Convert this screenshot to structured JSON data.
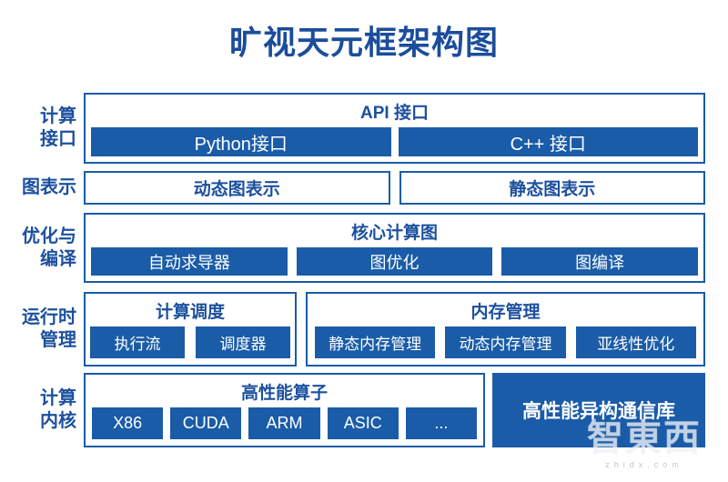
{
  "page_title": "旷视天元框架构图",
  "colors": {
    "primary_blue": "#1a5ca8",
    "title_blue": "#1b4d9c",
    "label_blue": "#1c509e",
    "button_text": "#ffffff"
  },
  "sections": {
    "compute_interface": {
      "label_line1": "计算",
      "label_line2": "接口",
      "box_title": "API 接口",
      "buttons": {
        "python": "Python接口",
        "cpp": "C++ 接口"
      }
    },
    "graph_representation": {
      "label_line1": "图表示",
      "boxes": {
        "dynamic": "动态图表示",
        "static": "静态图表示"
      }
    },
    "optimization_compilation": {
      "label_line1": "优化与",
      "label_line2": "编译",
      "box_title": "核心计算图",
      "buttons": {
        "autodiff": "自动求导器",
        "graph_opt": "图优化",
        "graph_compile": "图编译"
      }
    },
    "runtime_management": {
      "label_line1": "运行时",
      "label_line2": "管理",
      "scheduling": {
        "title": "计算调度",
        "buttons": {
          "exec_stream": "执行流",
          "scheduler": "调度器"
        }
      },
      "memory": {
        "title": "内存管理",
        "buttons": {
          "static_mem": "静态内存管理",
          "dynamic_mem": "动态内存管理",
          "sublinear": "亚线性优化"
        }
      }
    },
    "compute_kernel": {
      "label_line1": "计算",
      "label_line2": "内核",
      "operators": {
        "title": "高性能算子",
        "buttons": {
          "x86": "X86",
          "cuda": "CUDA",
          "arm": "ARM",
          "asic": "ASIC",
          "more": "..."
        }
      },
      "comm_lib": "高性能异构通信库"
    }
  },
  "watermark": {
    "logo": "智東西",
    "site": "zhidx.com"
  }
}
